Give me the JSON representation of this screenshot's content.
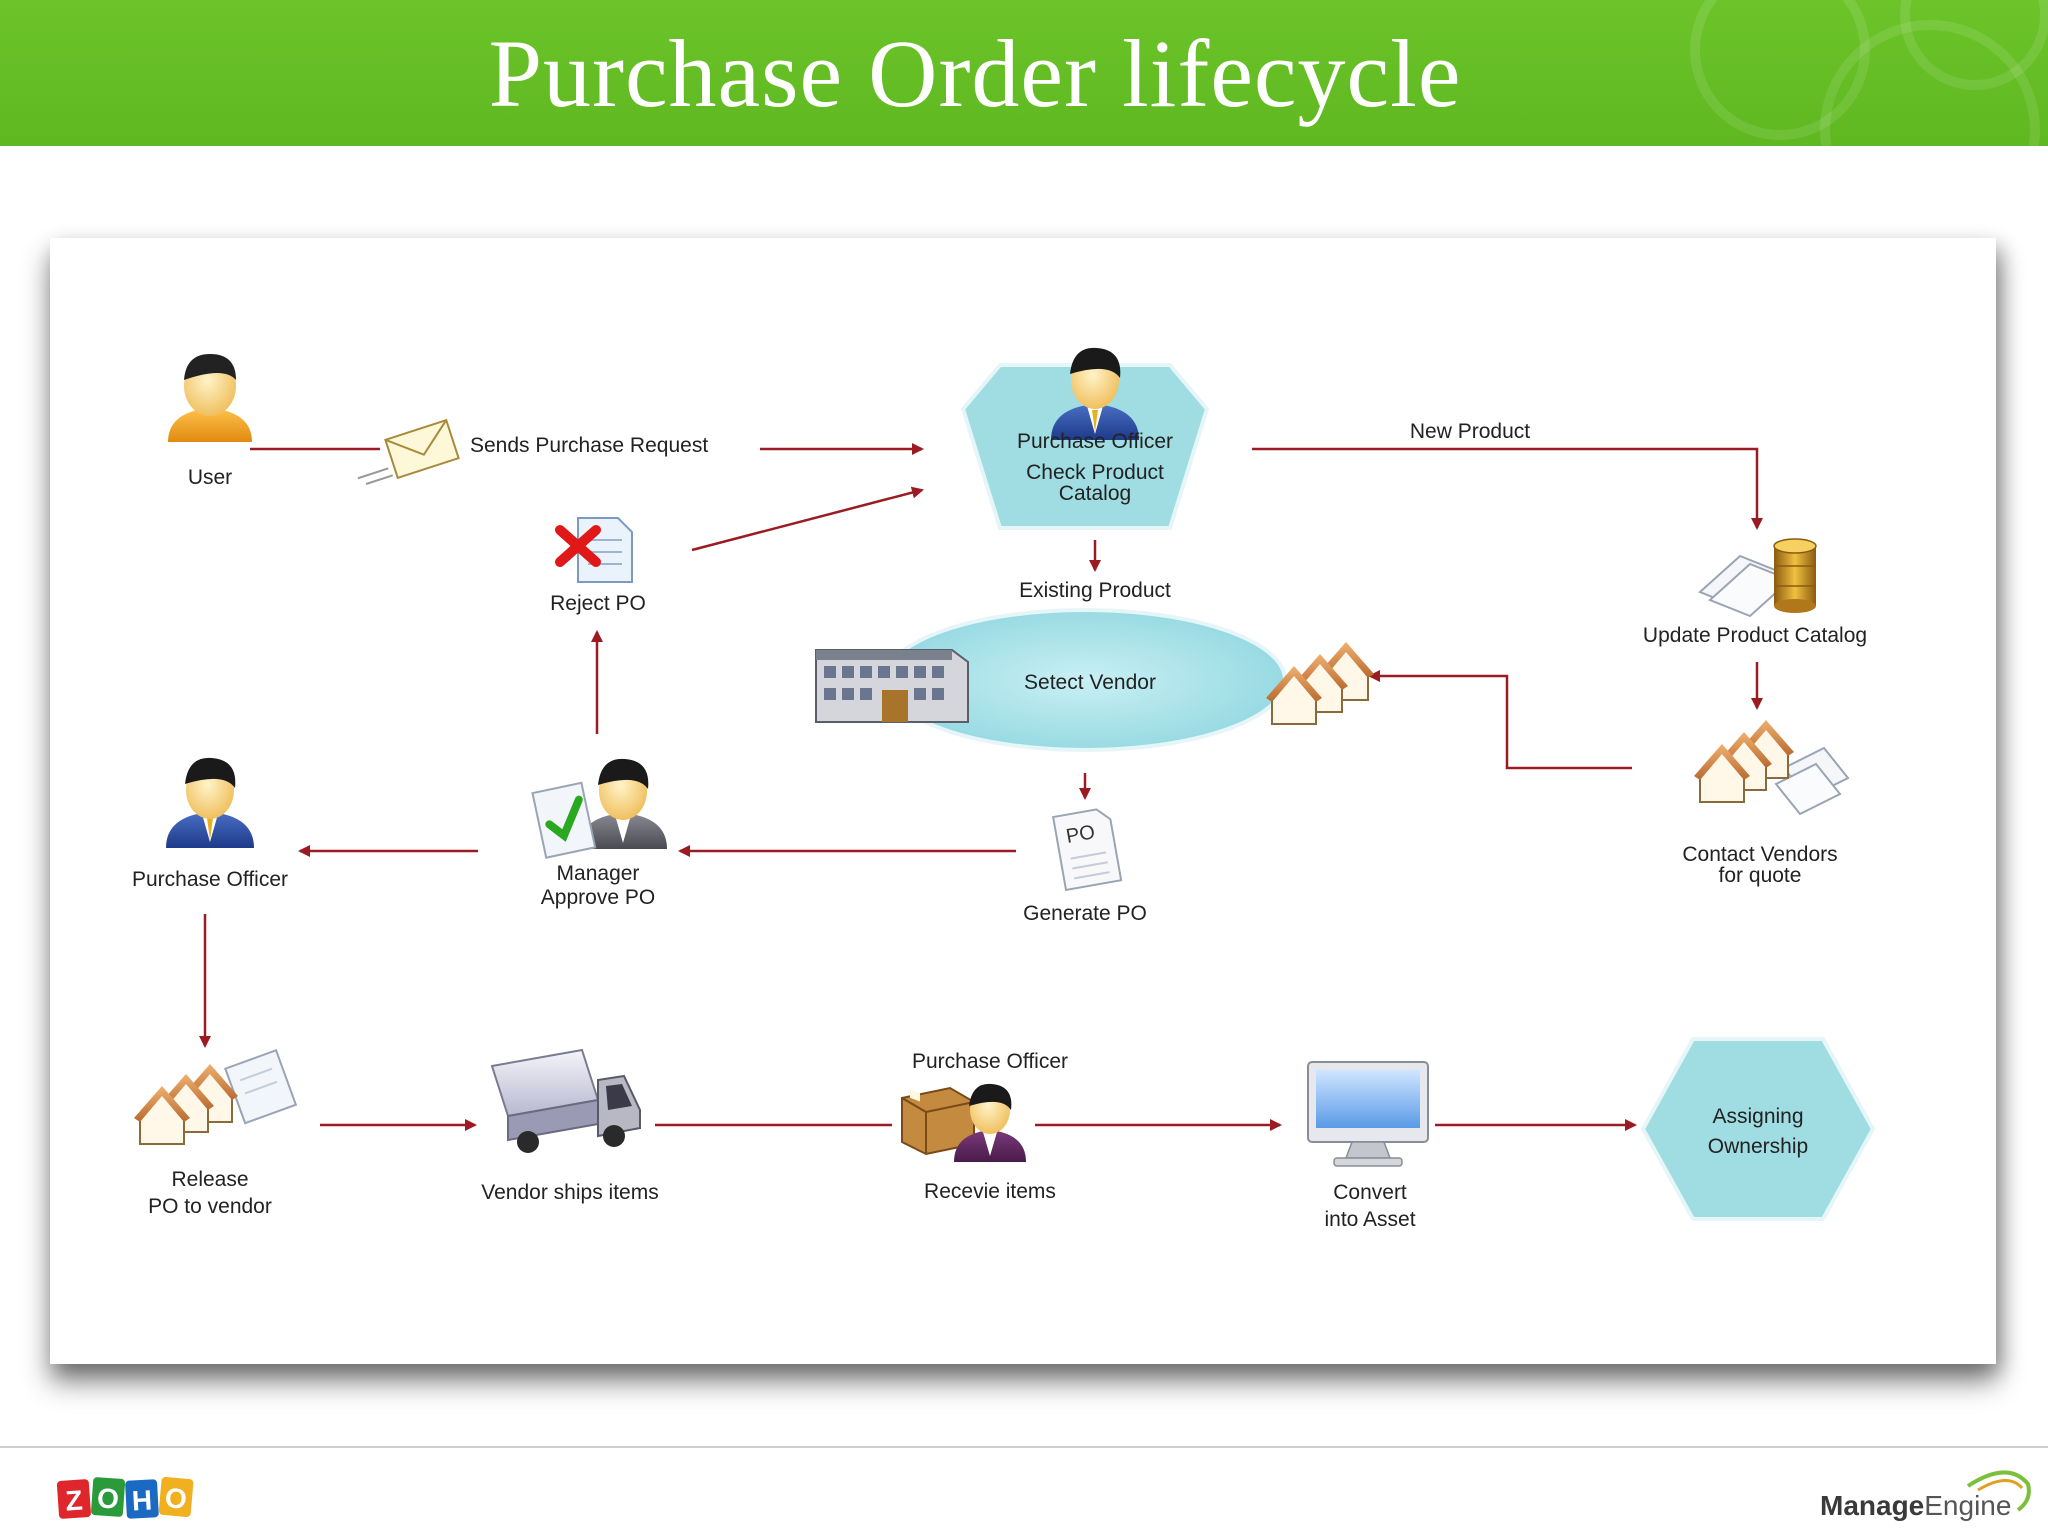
{
  "slide": {
    "title": "Purchase Order lifecycle"
  },
  "colors": {
    "header_green": "#63bc24",
    "arrow": "#9b1b22",
    "hexagon": "#9fdde3",
    "ellipse": "#a9e3ea"
  },
  "nodes": {
    "user": "User",
    "sends_request": "Sends Purchase Request",
    "purchase_officer_line1": "Purchase Officer",
    "check_catalog": "Check Product\nCatalog",
    "new_product": "New Product",
    "existing_product": "Existing Product",
    "reject_po": "Reject PO",
    "select_vendor": "Setect Vendor",
    "update_catalog": "Update Product Catalog",
    "contact_vendors": "Contact Vendors\nfor quote",
    "purchase_officer_left": "Purchase Officer",
    "manager_approve": "Manager\nApprove PO",
    "generate_po": "Generate PO",
    "po_doc": "PO",
    "release_po": "Release\nPO to vendor",
    "vendor_ships": "Vendor ships items",
    "purchase_officer_receive": "Purchase Officer",
    "receive_items": "Recevie items",
    "convert_asset": "Convert\ninto Asset",
    "assigning_ownership": "Assigning\nOwnership"
  },
  "icons": {
    "user": "user-icon",
    "envelope": "envelope-icon",
    "officer": "officer-icon",
    "reject": "reject-document-icon",
    "building": "office-building-icon",
    "houses": "vendor-houses-icon",
    "database": "database-icon",
    "manager": "manager-approve-icon",
    "po": "po-document-icon",
    "truck": "truck-icon",
    "box": "package-icon",
    "monitor": "monitor-icon"
  },
  "footer": {
    "zoho_logo": "ZOHO",
    "manageengine_bold": "Manage",
    "manageengine_rest": "Engine"
  }
}
